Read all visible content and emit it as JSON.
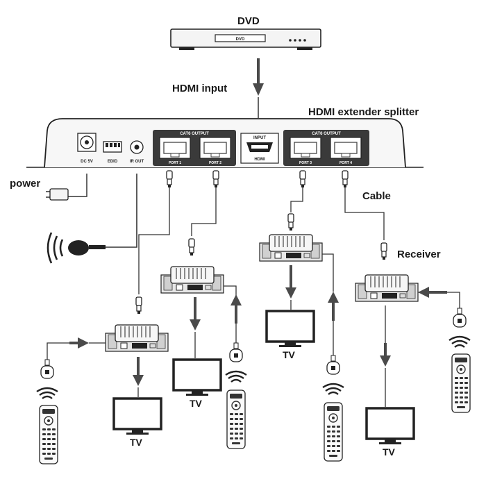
{
  "labels": {
    "dvd": "DVD",
    "dvd_panel": "DVD",
    "hdmi_input": "HDMI input",
    "splitter": "HDMI extender splitter",
    "power": "power",
    "cable": "Cable",
    "receiver": "Receiver",
    "tv": "TV"
  },
  "splitter_panel": {
    "dc": "DC 5V",
    "edid": "EDID",
    "ir_out": "IR OUT",
    "input": "INPUT",
    "hdmi": "HDMI",
    "cat6_output": "CAT6 OUTPUT",
    "ports": [
      "PORT 1",
      "PORT 2",
      "PORT 3",
      "PORT 4"
    ]
  },
  "colors": {
    "line": "#333333",
    "arrow": "#4a4a4a",
    "device_fill": "#f2f2f2",
    "dark": "#222222",
    "port_group": "#3a3a3a"
  }
}
